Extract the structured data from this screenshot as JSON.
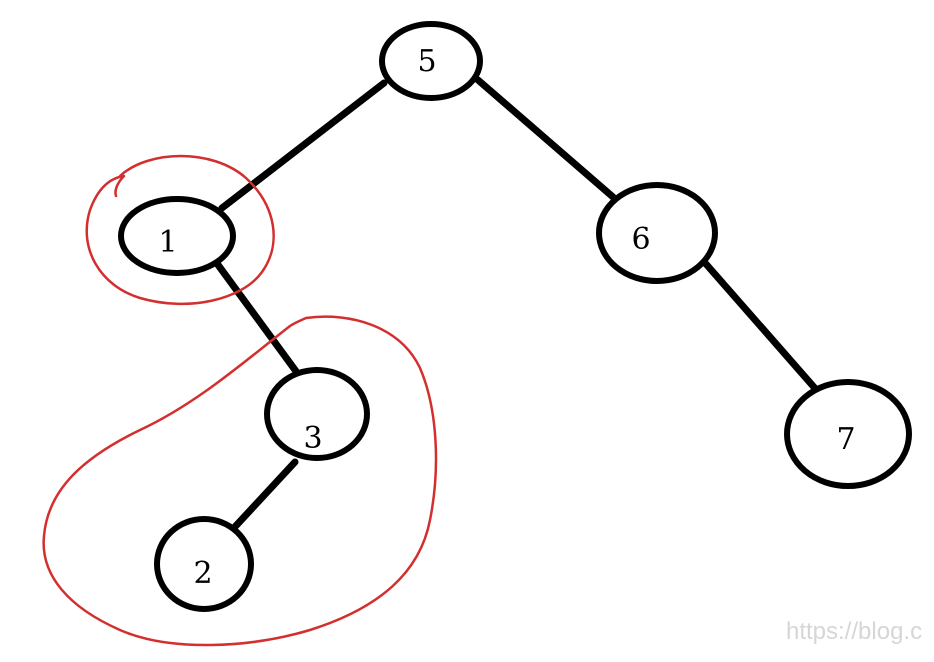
{
  "nodes": [
    {
      "id": "n5",
      "label": "5"
    },
    {
      "id": "n1",
      "label": "1"
    },
    {
      "id": "n6",
      "label": "6"
    },
    {
      "id": "n3",
      "label": "3"
    },
    {
      "id": "n7",
      "label": "7"
    },
    {
      "id": "n2",
      "label": "2"
    }
  ],
  "edges": [
    {
      "from": "5",
      "to": "1"
    },
    {
      "from": "5",
      "to": "6"
    },
    {
      "from": "1",
      "to": "3"
    },
    {
      "from": "6",
      "to": "7"
    },
    {
      "from": "3",
      "to": "2"
    }
  ],
  "colors": {
    "node_stroke": "#000000",
    "edge": "#000000",
    "highlight": "#d32f2f",
    "watermark": "#d6d6d6"
  },
  "watermark": "https://blog.c"
}
